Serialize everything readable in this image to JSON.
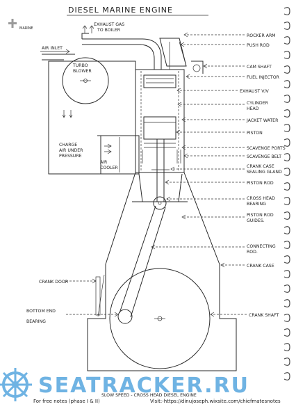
{
  "title": "DIESEL MARINE ENGINE",
  "labels": {
    "exhaust_gas": "EXHAUST GAS",
    "to_boiler": "TO BOILER",
    "air_inlet": "AIR INLET",
    "turbo_l1": "TURBO",
    "turbo_l2": "BLOWER",
    "charge_l1": "CHARGE",
    "charge_l2": "AIR UNDER",
    "charge_l3": "PRESSURE",
    "air_l1": "AIR",
    "air_l2": "COOLER",
    "rocker_arm": "ROCKER ARM",
    "push_rod": "PUSH ROD",
    "cam_shaft": "CAM SHAFT",
    "fuel_injector": "FUEL INJECTOR",
    "exhaust_valve": "EXHAUST V/V",
    "cyl_head_l1": "CYLINDER",
    "cyl_head_l2": "HEAD",
    "jacket_water": "JACKET WATER",
    "piston": "PISTON",
    "scav_ports": "SCAVENGE PORTS",
    "scav_belt": "SCAVENGE BELT",
    "crank_case_gland_l1": "CRANK CASE",
    "crank_case_gland_l2": "SEALING GLAND",
    "piston_rod": "PISTON ROD",
    "crosshead_bearing_l1": "CROSS HEAD",
    "crosshead_bearing_l2": "BEARING",
    "piston_rod_guides_l1": "PISTON ROD",
    "piston_rod_guides_l2": "GUIDES.",
    "connecting_rod_l1": "CONNECTING",
    "connecting_rod_l2": "ROD.",
    "crank_case": "CRANK CASE",
    "crank_door": "CRANK DOOR",
    "bottom_end_l1": "BOTTOM END",
    "bottom_end_l2": "BEARING",
    "crank_shaft": "CRANK SHAFT",
    "subtitle": "SLOW SPEED - CROSS HEAD DIESEL ENGINE",
    "logo_text": "MARINE"
  },
  "watermark": "SEATRACKER.RU",
  "footer": {
    "left": "For free notes (phase I & II)",
    "right": "Visit:-https://dinujoseph.wixsite.com/chiefmatesnotes"
  },
  "colors": {
    "watermark": "#6fb3e3",
    "logo": "#9a9a9a"
  }
}
